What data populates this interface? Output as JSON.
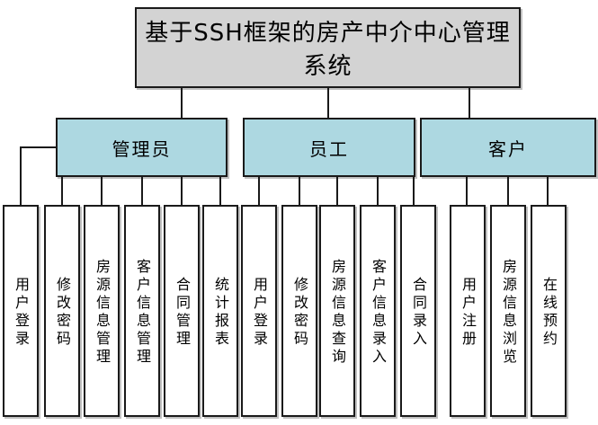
{
  "diagram": {
    "title": "基于SSH框架的房产中介中心管理系统",
    "groups": [
      {
        "label": "管理员"
      },
      {
        "label": "员工"
      },
      {
        "label": "客户"
      }
    ],
    "leaves": [
      {
        "label": "用户登录",
        "parent": "管理员"
      },
      {
        "label": "修改密码",
        "parent": "管理员"
      },
      {
        "label": "房源信息管理",
        "parent": "管理员"
      },
      {
        "label": "客户信息管理",
        "parent": "管理员"
      },
      {
        "label": "合同管理",
        "parent": "管理员"
      },
      {
        "label": "统计报表",
        "parent": "管理员"
      },
      {
        "label": "用户登录",
        "parent": "员工"
      },
      {
        "label": "修改密码",
        "parent": "员工"
      },
      {
        "label": "房源信息查询",
        "parent": "员工"
      },
      {
        "label": "客户信息录入",
        "parent": "员工"
      },
      {
        "label": "合同录入",
        "parent": "员工"
      },
      {
        "label": "用户注册",
        "parent": "客户"
      },
      {
        "label": "房源信息浏览",
        "parent": "客户"
      },
      {
        "label": "在线预约",
        "parent": "客户"
      }
    ],
    "colors": {
      "root_fill": "#d3d3d3",
      "group_fill": "#add8e1",
      "leaf_fill": "#ffffff",
      "line": "#1a1a1a"
    }
  }
}
